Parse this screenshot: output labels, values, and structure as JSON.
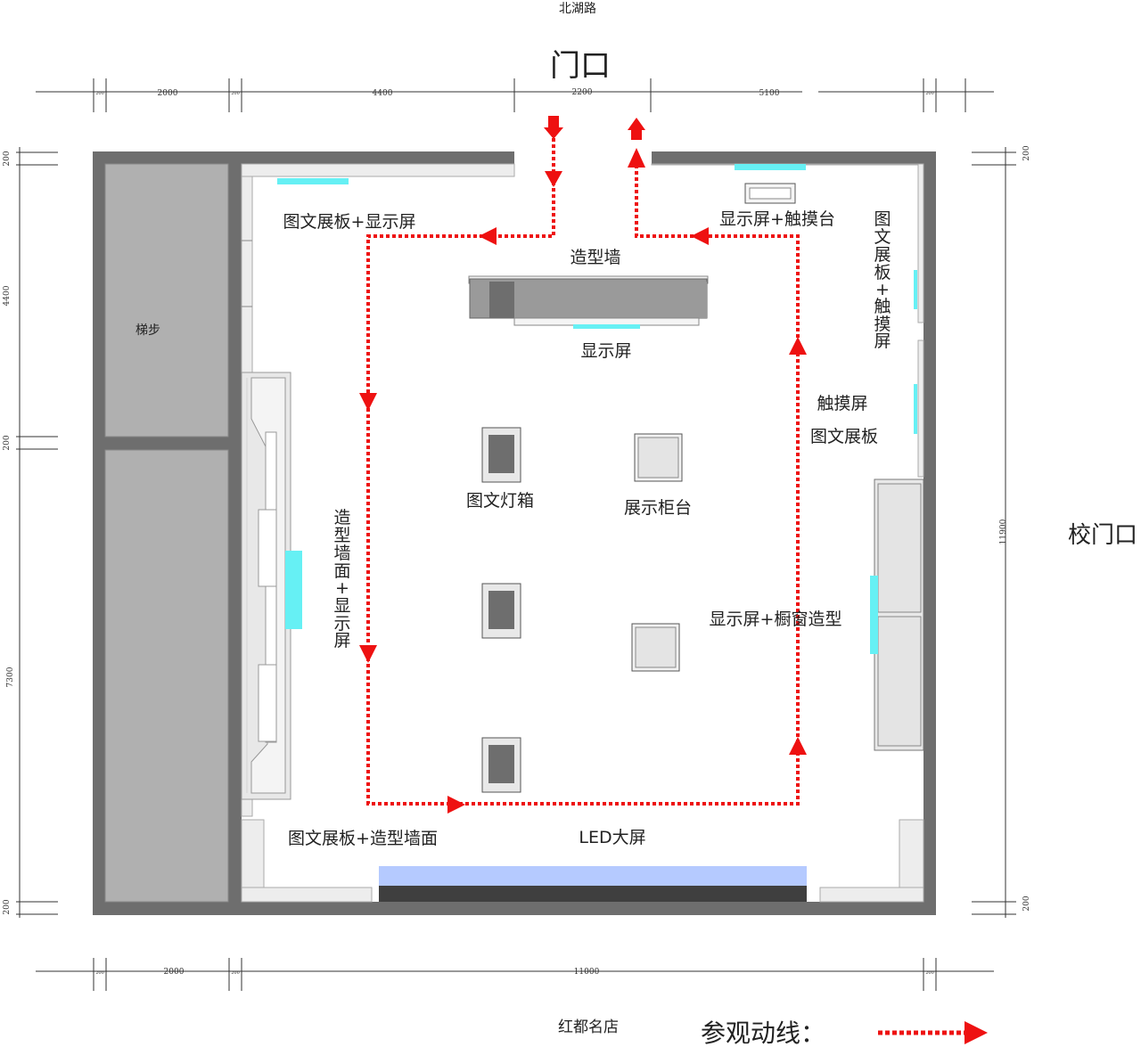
{
  "title": "门口",
  "street_top": "北湖路",
  "store_name": "红都名店",
  "school_gate": "校门口",
  "legend_label": "参观动线：",
  "colors": {
    "wall": "#6e6e6e",
    "stair": "#b0b0b0",
    "screen": "#66f0f4",
    "led": "#b5caff",
    "route": "#ee1111"
  },
  "labels": {
    "stairs": "梯步",
    "panel_screen_top": "图文展板+显示屏",
    "screen_touch_desk": "显示屏+触摸台",
    "feature_wall": "造型墙",
    "display_screen": "显示屏",
    "panel_touch_right": [
      "图",
      "文",
      "展",
      "板",
      "+",
      "触",
      "摸",
      "屏"
    ],
    "touch_screen": "触摸屏",
    "panel_right": "图文展板",
    "lightbox": "图文灯箱",
    "display_cabinet": "展示柜台",
    "left_wall_vertical": [
      "造",
      "型",
      "墙",
      "面",
      "+",
      "显",
      "示",
      "屏"
    ],
    "screen_window": "显示屏+橱窗造型",
    "panel_wall_bottom": "图文展板+造型墙面",
    "led_screen": "LED大屏"
  },
  "dimensions": {
    "top": [
      "200",
      "2000",
      "200",
      "4400",
      "2200",
      "5100",
      "200"
    ],
    "bottom": [
      "200",
      "2000",
      "200",
      "11000",
      "200"
    ],
    "left": [
      "200",
      "4400",
      "200",
      "7300",
      "200"
    ],
    "right": [
      "200",
      "11900",
      "200"
    ]
  }
}
